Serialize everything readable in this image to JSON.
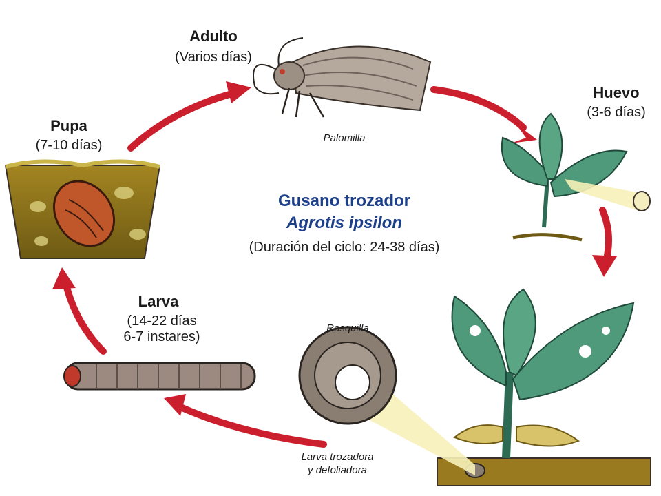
{
  "center": {
    "title": "Gusano trozador",
    "scientific": "Agrotis ipsilon",
    "duration": "(Duración del ciclo: 24-38 días)"
  },
  "stages": {
    "adulto": {
      "name": "Adulto",
      "duration": "(Varios días)",
      "caption": "Palomilla"
    },
    "huevo": {
      "name": "Huevo",
      "duration": "(3-6 días)"
    },
    "larva": {
      "name": "Larva",
      "duration_line1": "(14-22 días",
      "duration_line2": "6-7 instares)",
      "caption_rosquilla": "Rosquilla"
    },
    "pupa": {
      "name": "Pupa",
      "duration": "(7-10 días)"
    }
  },
  "plant_caption": {
    "line1": "Larva trozadora",
    "line2": "y defoliadora"
  },
  "colors": {
    "arrow": "#cc1f2e",
    "title_blue": "#1c3f8c",
    "leaf": "#4f9a7a",
    "leaf_dark": "#2e6b55",
    "soil": "#9a7a1e",
    "moth": "#a89a8e"
  }
}
